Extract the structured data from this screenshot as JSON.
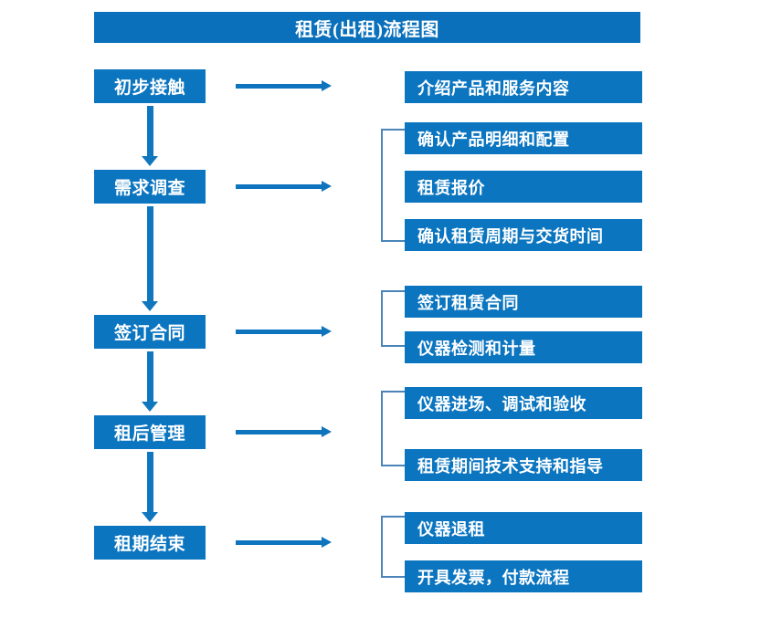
{
  "diagram": {
    "title": "租赁(出租)流程图",
    "colors": {
      "title_bar": "#0A70BB",
      "box": "#0B75C0",
      "arrow": "#0D74BD",
      "bracket": "#4A84B8",
      "text": "#FFFFFF",
      "background": "#FFFFFF"
    },
    "stages": [
      {
        "id": "stage-1",
        "label": "初步接触",
        "details": [
          "介绍产品和服务内容"
        ],
        "has_bracket": false
      },
      {
        "id": "stage-2",
        "label": "需求调查",
        "details": [
          "确认产品明细和配置",
          "租赁报价",
          "确认租赁周期与交货时间"
        ],
        "has_bracket": true
      },
      {
        "id": "stage-3",
        "label": "签订合同",
        "details": [
          "签订租赁合同",
          "仪器检测和计量"
        ],
        "has_bracket": true
      },
      {
        "id": "stage-4",
        "label": "租后管理",
        "details": [
          "仪器进场、调试和验收",
          "租赁期间技术支持和指导"
        ],
        "has_bracket": true
      },
      {
        "id": "stage-5",
        "label": "租期结束",
        "details": [
          "仪器退租",
          "开具发票，付款流程"
        ],
        "has_bracket": true
      }
    ]
  }
}
